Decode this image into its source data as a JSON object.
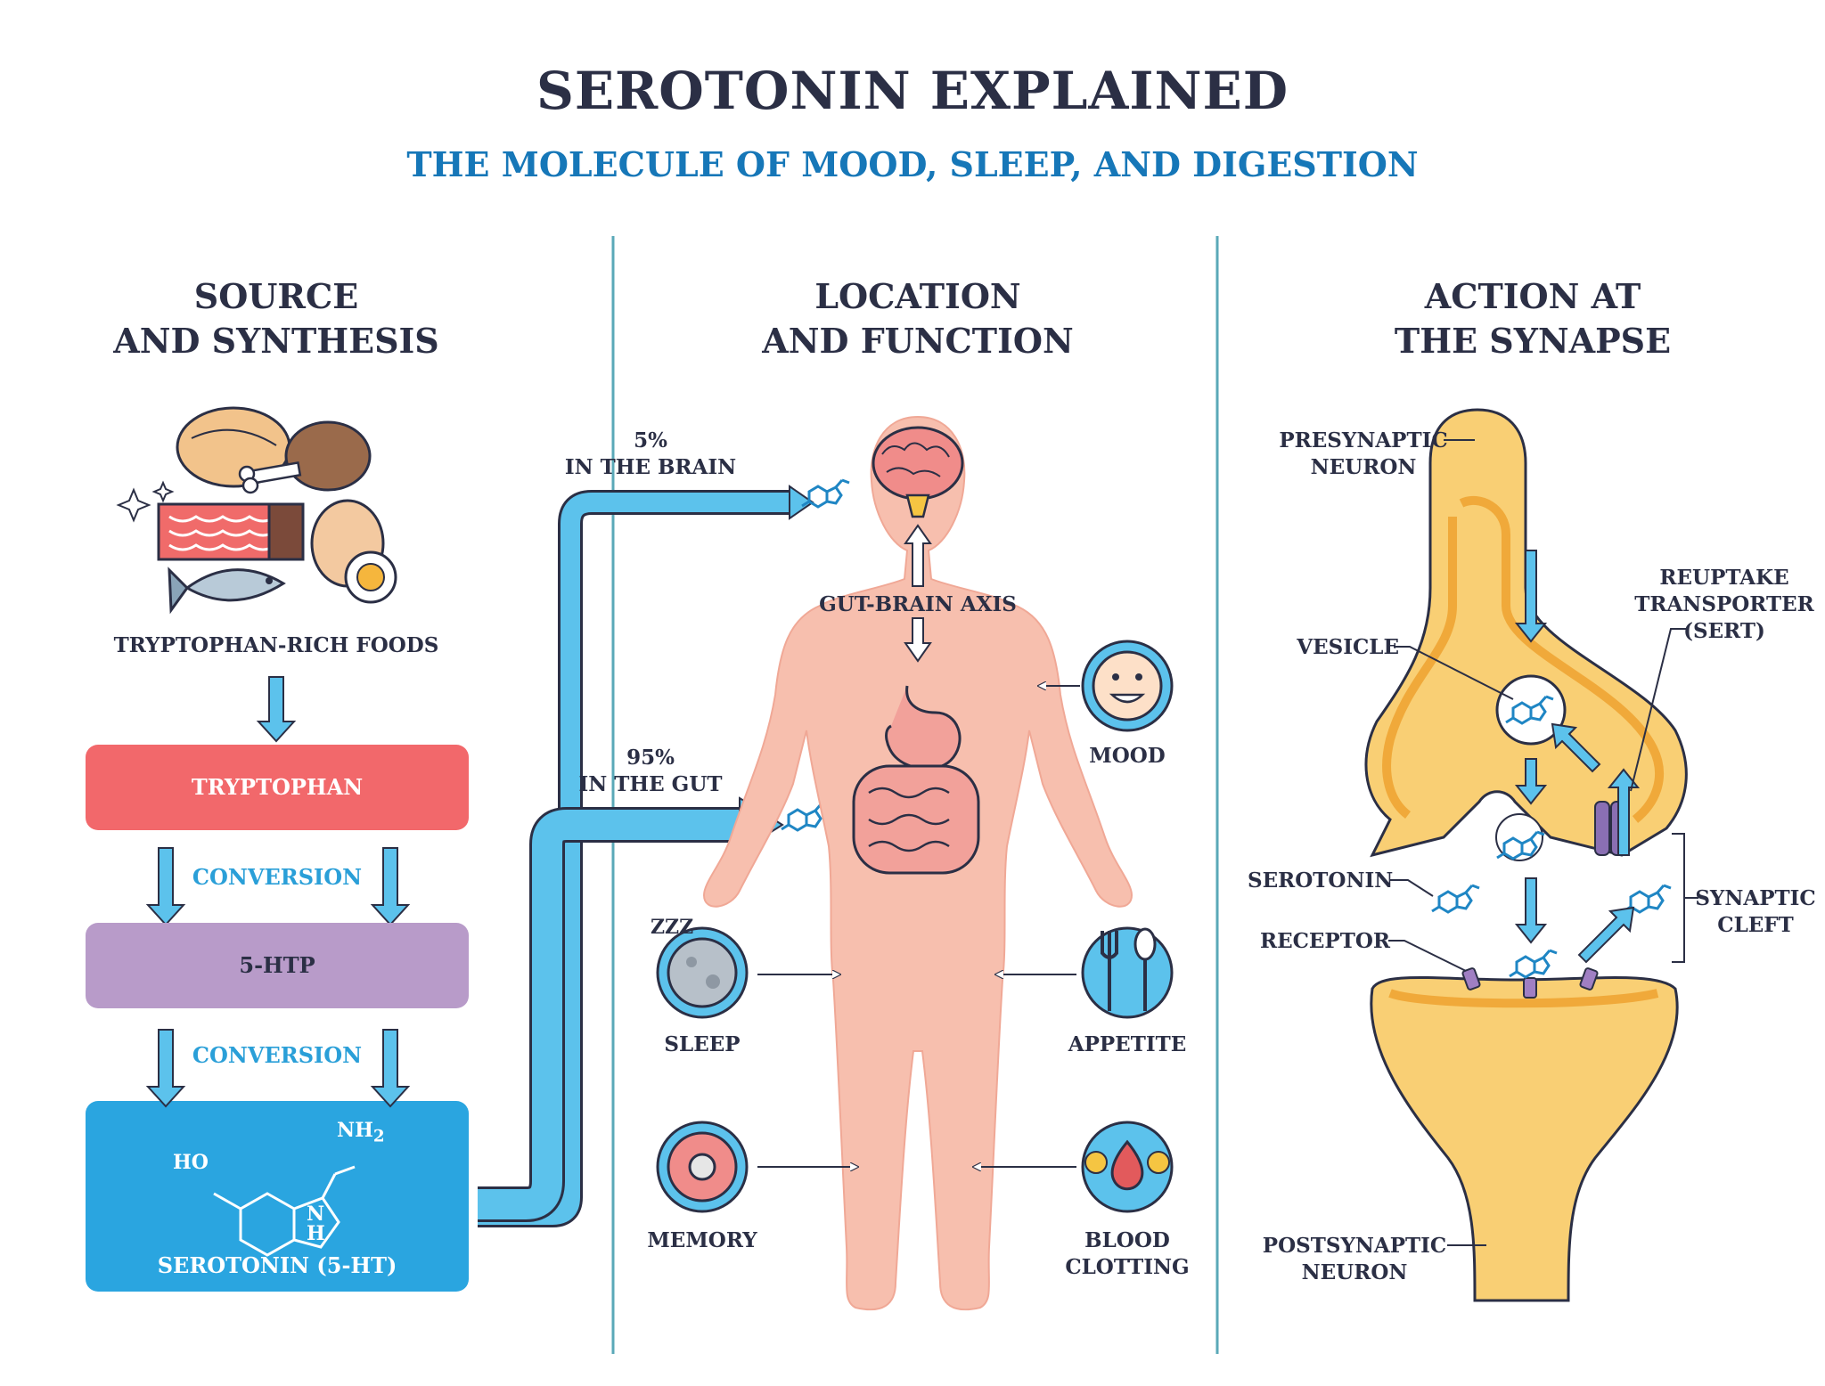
{
  "title": "SEROTONIN EXPLAINED",
  "subtitle": "THE MOLECULE OF MOOD, SLEEP, AND DIGESTION",
  "colors": {
    "title": "#2b2f45",
    "subtitle": "#1677b8",
    "tryptophan_box": "#f2686b",
    "htp_box": "#b89bc9",
    "serotonin_box": "#2aa5e0",
    "arrow_blue": "#5cc2ec",
    "body_skin": "#f7bfae",
    "neuron_fill": "#f9cf74"
  },
  "columns": {
    "source": {
      "heading": [
        "SOURCE",
        "AND SYNTHESIS"
      ],
      "foods_label": "TRYPTOPHAN-RICH FOODS",
      "steps": [
        {
          "label": "TRYPTOPHAN"
        },
        {
          "label": "CONVERSION"
        },
        {
          "label": "5-HTP"
        },
        {
          "label": "CONVERSION"
        }
      ],
      "serotonin": {
        "label": "SEROTONIN (5-HT)",
        "ho": "HO",
        "nh2": "NH",
        "nh2_sub": "2",
        "nh": [
          "N",
          "H"
        ]
      }
    },
    "location": {
      "heading": [
        "LOCATION",
        "AND FUNCTION"
      ],
      "brain": [
        "5%",
        "IN THE BRAIN"
      ],
      "gut": [
        "95%",
        "IN THE GUT"
      ],
      "axis": "GUT-BRAIN AXIS",
      "functions": {
        "mood": [
          "MOOD"
        ],
        "sleep": [
          "SLEEP"
        ],
        "sleep_zzz": "ZZZ",
        "appetite": [
          "APPETITE"
        ],
        "memory": [
          "MEMORY"
        ],
        "clotting": [
          "BLOOD",
          "CLOTTING"
        ]
      }
    },
    "synapse": {
      "heading": [
        "ACTION AT",
        "THE SYNAPSE"
      ],
      "presynaptic": [
        "PRESYNAPTIC",
        "NEURON"
      ],
      "reuptake": [
        "REUPTAKE",
        "TRANSPORTER",
        "(SERT)"
      ],
      "vesicle": [
        "VESICLE"
      ],
      "serotonin": [
        "SEROTONIN"
      ],
      "receptor": [
        "RECEPTOR"
      ],
      "cleft": [
        "SYNAPTIC",
        "CLEFT"
      ],
      "postsynaptic": [
        "POSTSYNAPTIC",
        "NEURON"
      ]
    }
  }
}
